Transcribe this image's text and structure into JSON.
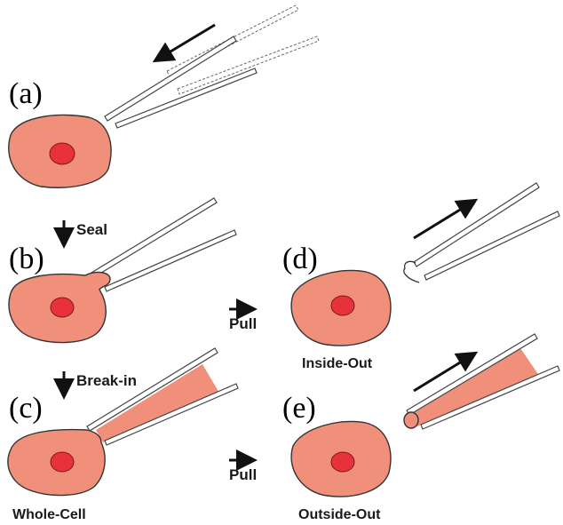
{
  "panels": {
    "a": "(a)",
    "b": "(b)",
    "c": "(c)",
    "d": "(d)",
    "e": "(e)"
  },
  "steps": {
    "seal": "Seal",
    "break_in": "Break-in",
    "pull_top": "Pull",
    "pull_bottom": "Pull"
  },
  "configurations": {
    "whole_cell": "Whole-Cell",
    "inside_out": "Inside-Out",
    "outside_out": "Outside-Out"
  },
  "colors": {
    "cell_fill": "#f0907a",
    "nucleus_fill": "#e8313a",
    "cytoplasm_fill": "#f0907a",
    "outline": "#333333"
  }
}
